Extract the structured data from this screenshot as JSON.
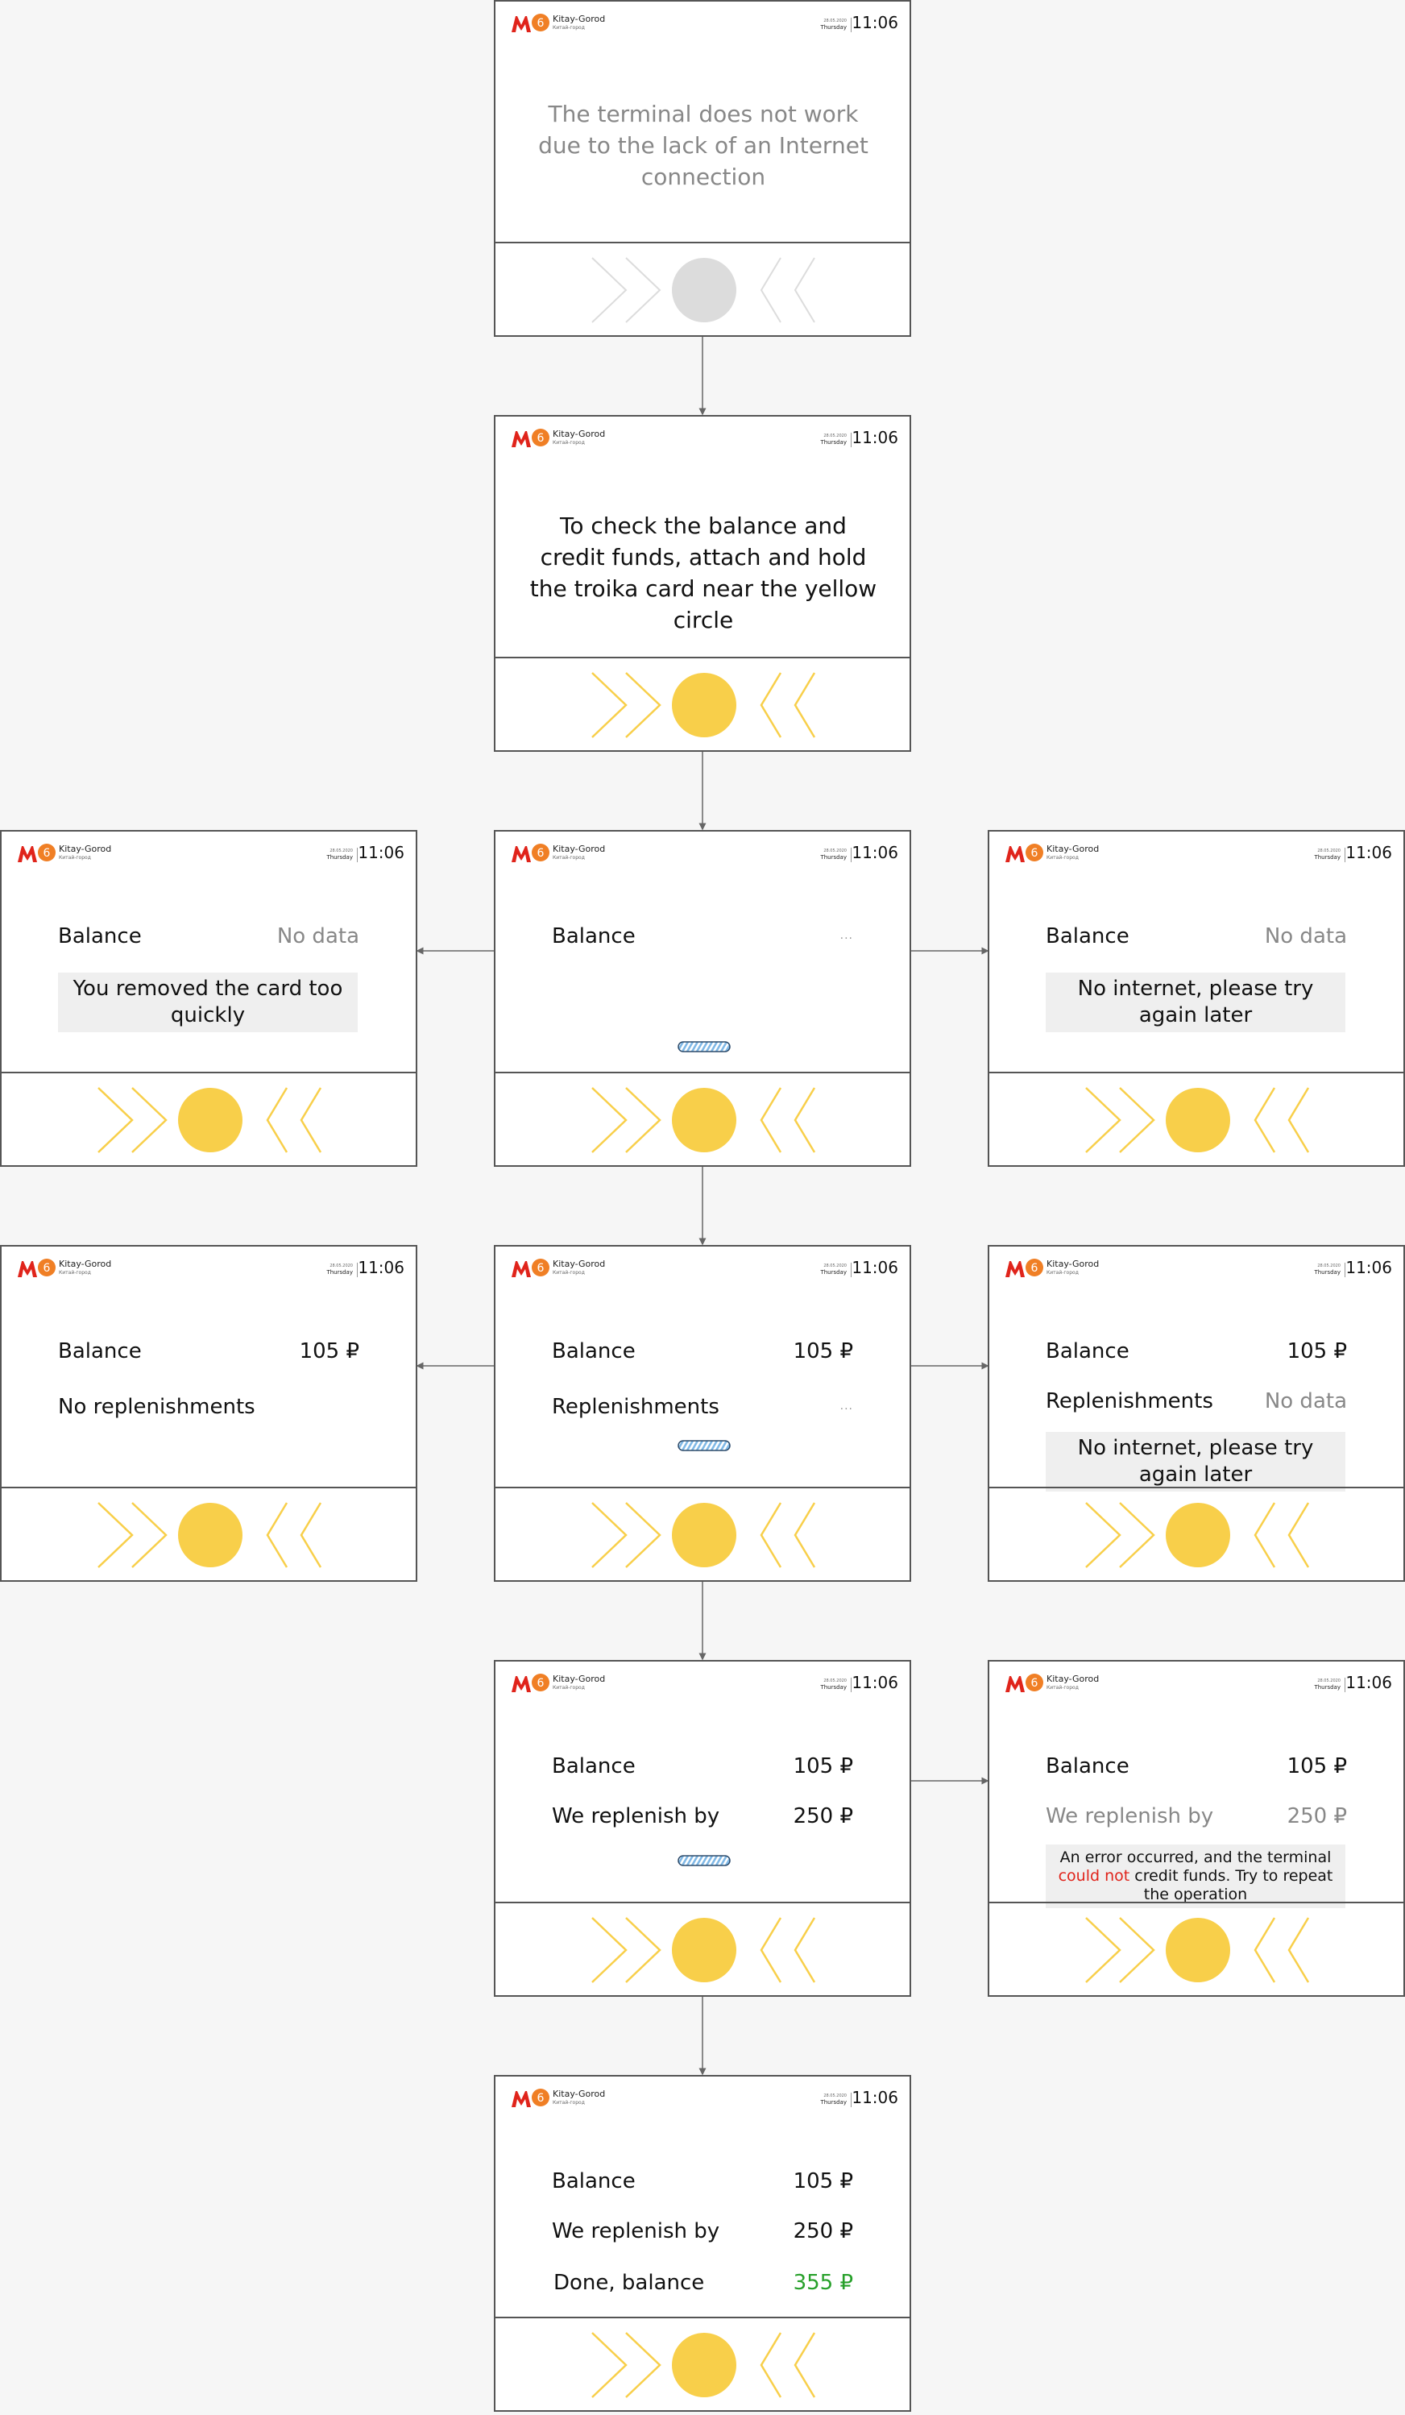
{
  "colors": {
    "accent_yellow": "#f8cf4a",
    "metro_red": "#e0241b",
    "line_orange": "#f07f25",
    "success_green": "#27a02a",
    "progress_blue": "#7fb8e6",
    "inactive_grey": "#dcdcdc"
  },
  "header": {
    "station": "Kitay-Gorod",
    "station_ru": "Китай-город",
    "date": "28.05.2020",
    "day": "Thursday",
    "time": "11:06",
    "metro_logo": "metro-m-logo",
    "line_badge": "6"
  },
  "icons": [
    "metro-m-logo",
    "line-badge-icon",
    "chevron-right-icon",
    "card-reader-circle-icon",
    "chevron-left-icon",
    "loading-progress-icon",
    "ellipsis-icon",
    "arrow-icon"
  ],
  "screens": {
    "offline": {
      "message": "The terminal does not work due to the lack of an Internet connection"
    },
    "idle": {
      "message": "To check the balance and credit funds, attach and hold the troika card near the yellow circle"
    },
    "reading": {
      "balance_label": "Balance",
      "loading": "..."
    },
    "removed_card": {
      "balance_label": "Balance",
      "balance_value": "No data",
      "notice": "You removed the card too quickly"
    },
    "no_internet_balance": {
      "balance_label": "Balance",
      "balance_value": "No data",
      "notice": "No internet, please try again later"
    },
    "no_replenishments": {
      "balance_label": "Balance",
      "balance_value": "105 ₽",
      "repl_label": "No replenishments"
    },
    "checking_replenishments": {
      "balance_label": "Balance",
      "balance_value": "105 ₽",
      "repl_label": "Replenishments",
      "loading": "..."
    },
    "no_internet_repl": {
      "balance_label": "Balance",
      "balance_value": "105 ₽",
      "repl_label": "Replenishments",
      "repl_value": "No data",
      "notice": "No internet, please try again later"
    },
    "replenishing": {
      "balance_label": "Balance",
      "balance_value": "105 ₽",
      "repl_label": "We replenish by",
      "repl_value": "250 ₽"
    },
    "error": {
      "balance_label": "Balance",
      "balance_value": "105 ₽",
      "repl_label": "We replenish by",
      "repl_value": "250 ₽",
      "notice_before": "An error occurred, and the terminal ",
      "notice_highlight": "could not",
      "notice_after": " credit funds. Try to repeat the operation"
    },
    "done": {
      "balance_label": "Balance",
      "balance_value": "105 ₽",
      "repl_label": "We replenish by",
      "repl_value": "250 ₽",
      "done_label": "Done, balance",
      "done_value": "355 ₽"
    }
  }
}
